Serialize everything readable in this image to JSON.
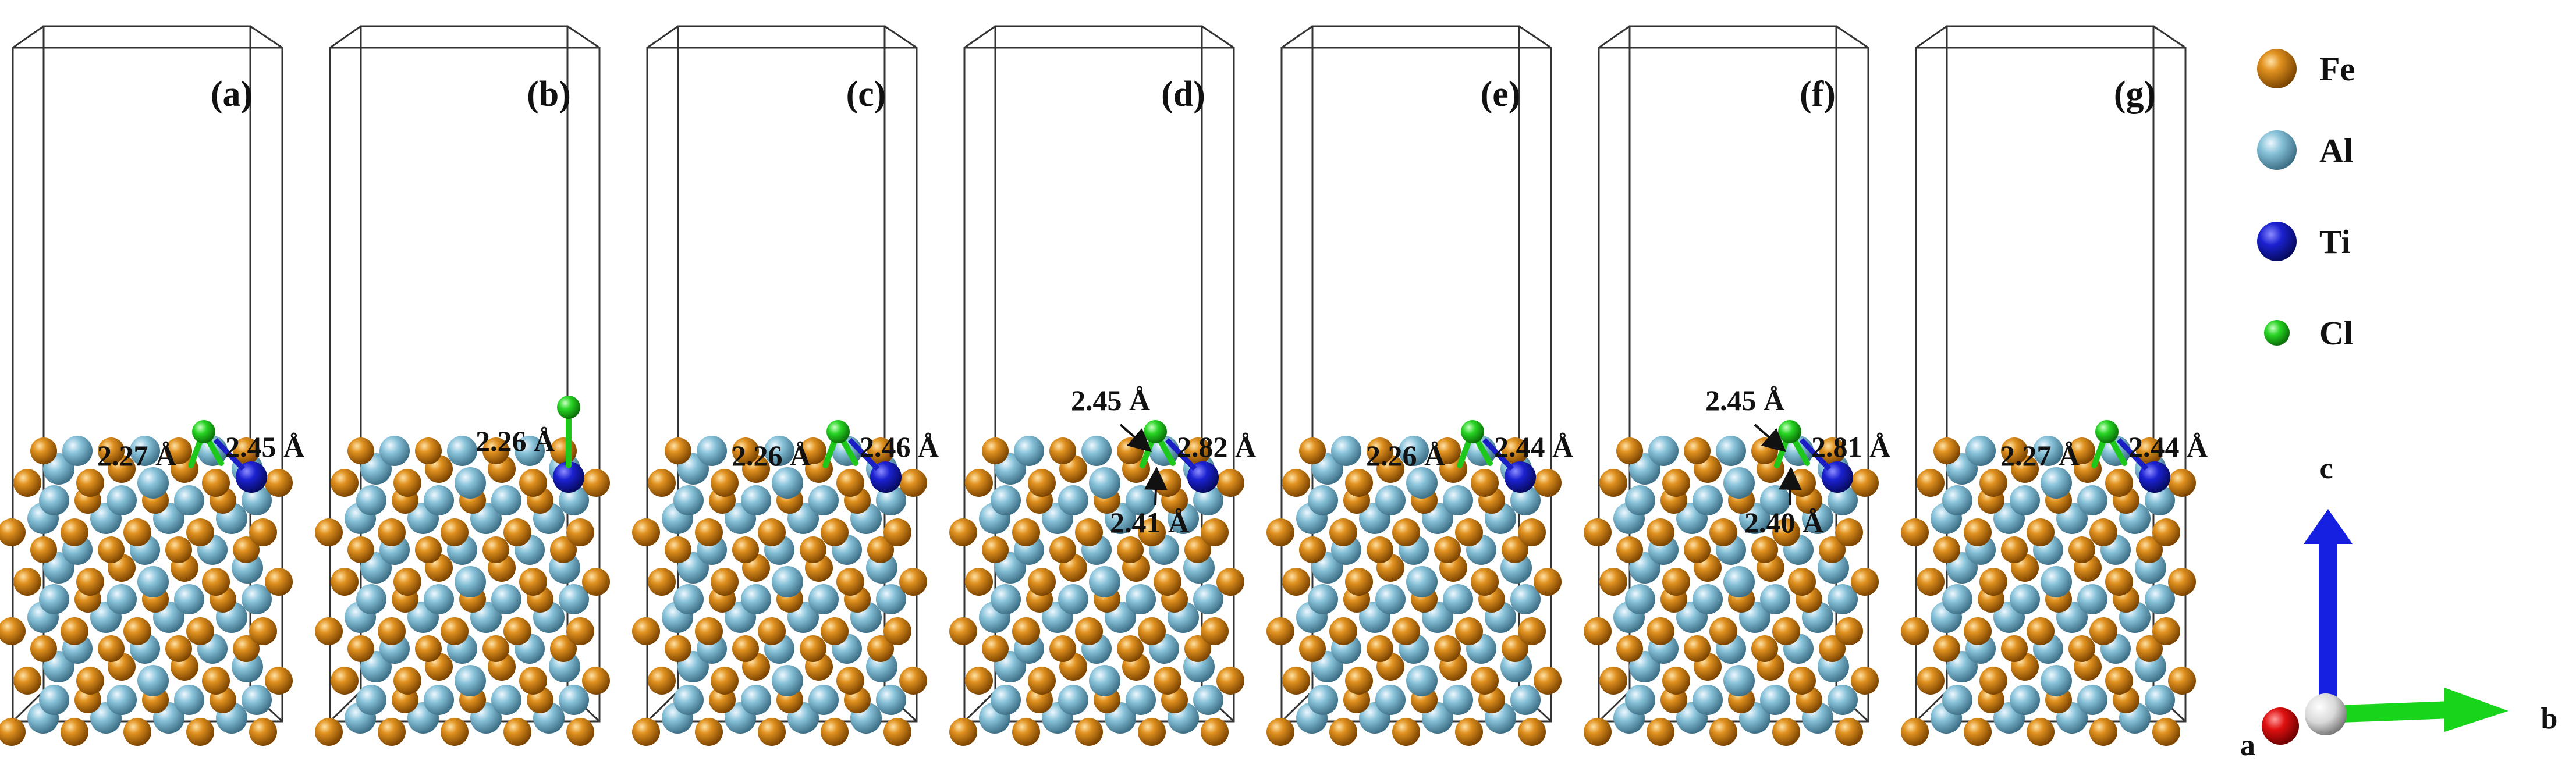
{
  "panels": [
    {
      "label": "(a)",
      "ti_site": 5,
      "cl_top": true,
      "bonds": [
        {
          "text": "2.27 Å",
          "kind": "left"
        },
        {
          "text": "2.45 Å",
          "kind": "right"
        }
      ]
    },
    {
      "label": "(b)",
      "ti_site": 5,
      "cl_top": false,
      "bonds": [
        {
          "text": "2.26 Å",
          "kind": "top"
        }
      ]
    },
    {
      "label": "(c)",
      "ti_site": 5,
      "cl_top": true,
      "bonds": [
        {
          "text": "2.26 Å",
          "kind": "left"
        },
        {
          "text": "2.46 Å",
          "kind": "right"
        }
      ]
    },
    {
      "label": "(d)",
      "ti_site": 5,
      "cl_top": true,
      "bonds": [
        {
          "text": "2.45 Å",
          "kind": "arrow-upleft"
        },
        {
          "text": "2.82 Å",
          "kind": "right"
        },
        {
          "text": "2.41 Å",
          "kind": "arrow-down"
        }
      ]
    },
    {
      "label": "(e)",
      "ti_site": 5,
      "cl_top": true,
      "bonds": [
        {
          "text": "2.26 Å",
          "kind": "left"
        },
        {
          "text": "2.44 Å",
          "kind": "right"
        }
      ]
    },
    {
      "label": "(f)",
      "ti_site": 5,
      "cl_top": true,
      "bonds": [
        {
          "text": "2.45 Å",
          "kind": "arrow-upleft"
        },
        {
          "text": "2.81 Å",
          "kind": "right"
        },
        {
          "text": "2.40 Å",
          "kind": "arrow-down"
        }
      ]
    },
    {
      "label": "(g)",
      "ti_site": 5,
      "cl_top": true,
      "bonds": [
        {
          "text": "2.27 Å",
          "kind": "left"
        },
        {
          "text": "2.44 Å",
          "kind": "right"
        }
      ]
    }
  ],
  "legend": [
    {
      "name": "Fe",
      "color": "#c9780f"
    },
    {
      "name": "Al",
      "color": "#7ab6cf"
    },
    {
      "name": "Ti",
      "color": "#1a1fc4"
    },
    {
      "name": "Cl",
      "color": "#22c81f"
    }
  ],
  "axes": {
    "c": "c",
    "a": "a",
    "b": "b"
  },
  "colors": {
    "Fe": "#c9780f",
    "Al": "#7ab6cf",
    "Ti": "#1a1fc4",
    "Cl": "#22c81f",
    "bond": "#1ec81b",
    "box": "#333333"
  }
}
